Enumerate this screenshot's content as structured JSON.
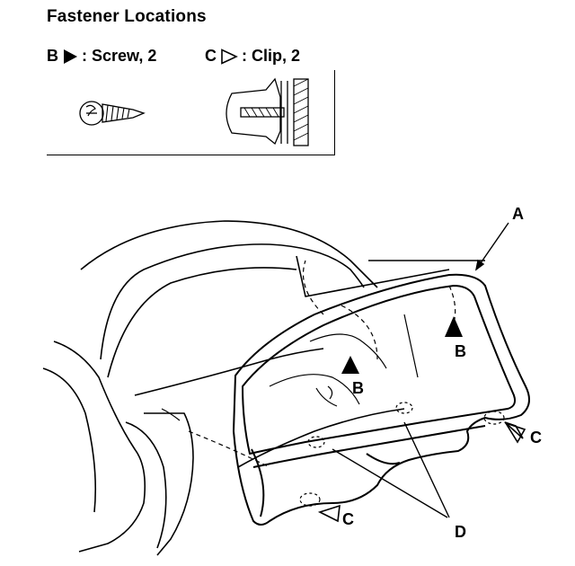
{
  "title": "Fastener Locations",
  "legend": {
    "screw": {
      "letter": "B",
      "text": ": Screw, 2",
      "icon": "filled-triangle-icon"
    },
    "clip": {
      "letter": "C",
      "text": ": Clip, 2",
      "icon": "outline-triangle-icon"
    }
  },
  "callouts": {
    "a": "A",
    "b1": "B",
    "b2": "B",
    "c1": "C",
    "c2": "C",
    "d": "D"
  }
}
